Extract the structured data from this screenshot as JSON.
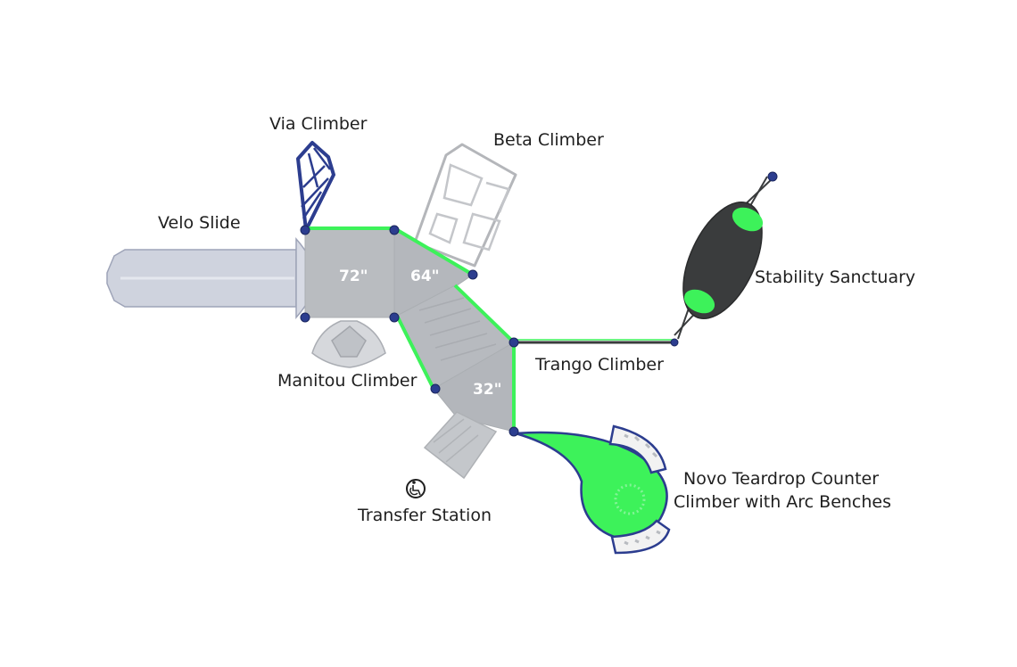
{
  "colors": {
    "accent_green": "#3df25a",
    "post_blue": "#2c3d8f",
    "deck_gray": "#b9bcc0",
    "slide_silver": "#cfd3de",
    "stability_dark": "#3a3c3d"
  },
  "labels": {
    "via_climber": "Via Climber",
    "beta_climber": "Beta Climber",
    "velo_slide": "Velo Slide",
    "stability_sanctuary": "Stability Sanctuary",
    "trango_climber": "Trango Climber",
    "manitou_climber": "Manitou Climber",
    "novo_line1": "Novo Teardrop Counter",
    "novo_line2": "Climber with Arc Benches",
    "transfer_station": "Transfer Station"
  },
  "deck_heights": {
    "deck_1": "72\"",
    "deck_2": "64\"",
    "deck_3": "32\""
  },
  "icons": {
    "transfer_station": "wheelchair-icon"
  }
}
